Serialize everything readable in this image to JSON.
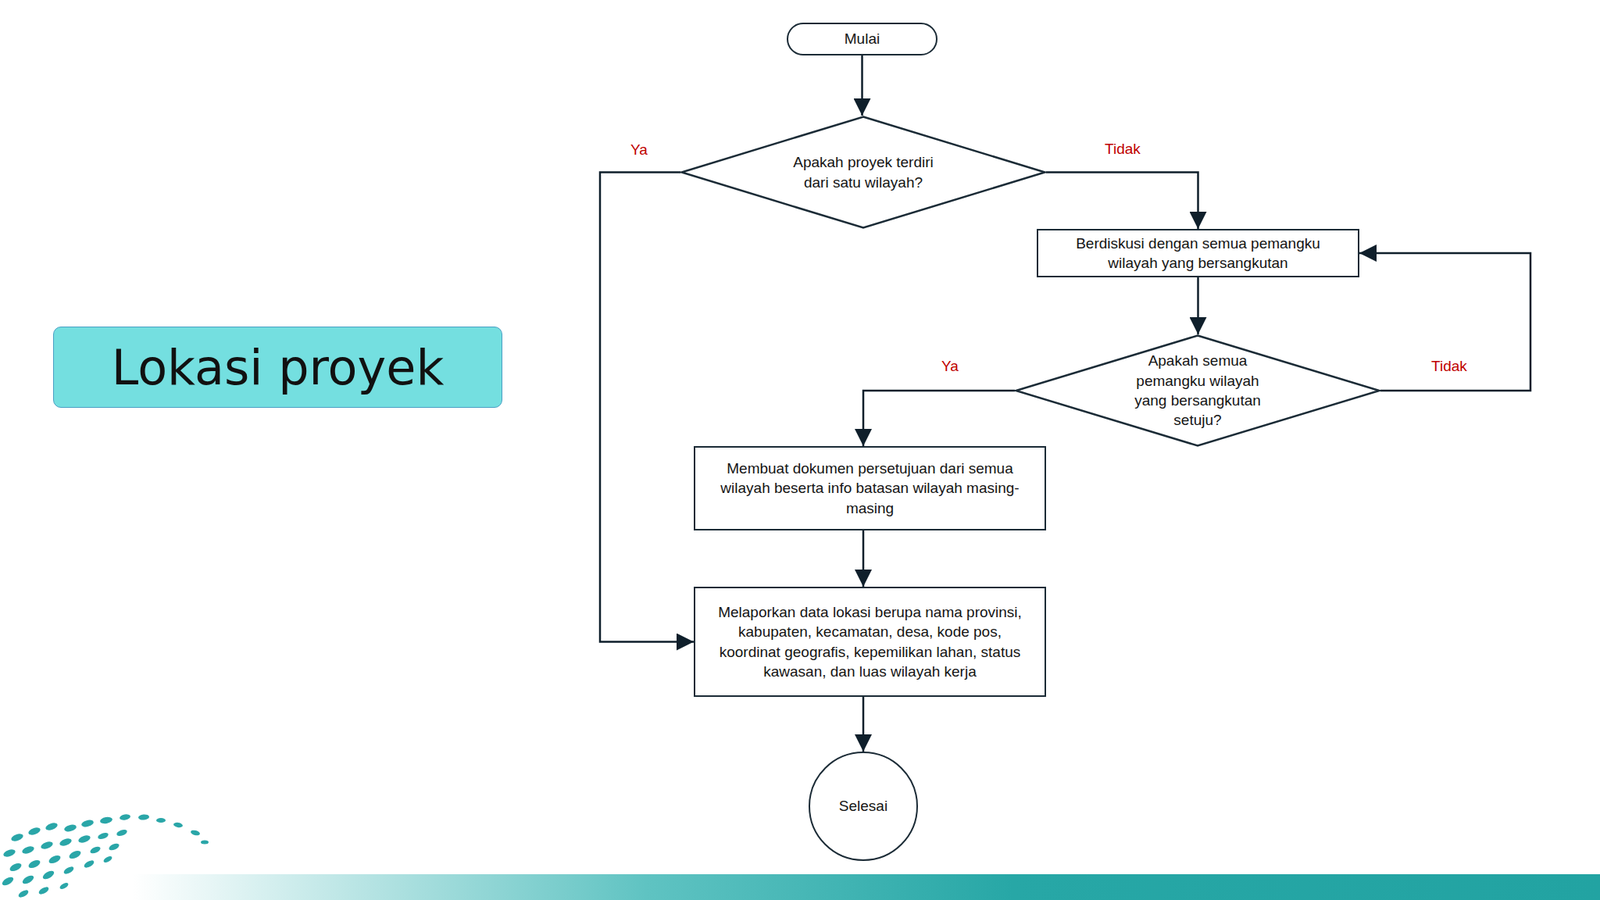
{
  "diagram": {
    "title": "Lokasi proyek",
    "nodes": [
      {
        "text": [
          "Mulai"
        ]
      },
      {
        "text": [
          "Apakah proyek terdiri dari satu wilayah?"
        ]
      },
      {
        "text": [
          "Berdiskusi dengan semua pemangku wilayah yang bersangkutan"
        ]
      },
      {
        "text": [
          "Apakah semua pemangku wilayah yang bersangkutan setuju?"
        ]
      },
      {
        "text": [
          "Membuat dokumen persetujuan dari semua wilayah beserta info batasan wilayah masing-masing"
        ]
      },
      {
        "text": [
          "Melaporkan data lokasi berupa nama provinsi, kabupaten, kecamatan, desa, kode pos, koordinat geografis, kepemilikan lahan, status kawasan, dan luas wilayah kerja"
        ]
      },
      {
        "text": [
          "Selesai"
        ]
      }
    ],
    "edges": [
      {
        "from": 0,
        "to": 1,
        "arrow": "to"
      },
      {
        "from": 1,
        "to": 5,
        "label": "Ya",
        "arrow": "to"
      },
      {
        "from": 1,
        "to": 2,
        "label": "Tidak",
        "arrow": "to"
      },
      {
        "from": 2,
        "to": 3,
        "arrow": "to"
      },
      {
        "from": 3,
        "to": 4,
        "label": "Ya",
        "arrow": "to"
      },
      {
        "from": 3,
        "to": 2,
        "label": "Tidak",
        "arrow": "to"
      },
      {
        "from": 4,
        "to": 5,
        "arrow": "to"
      },
      {
        "from": 5,
        "to": 6,
        "arrow": "to"
      }
    ]
  }
}
